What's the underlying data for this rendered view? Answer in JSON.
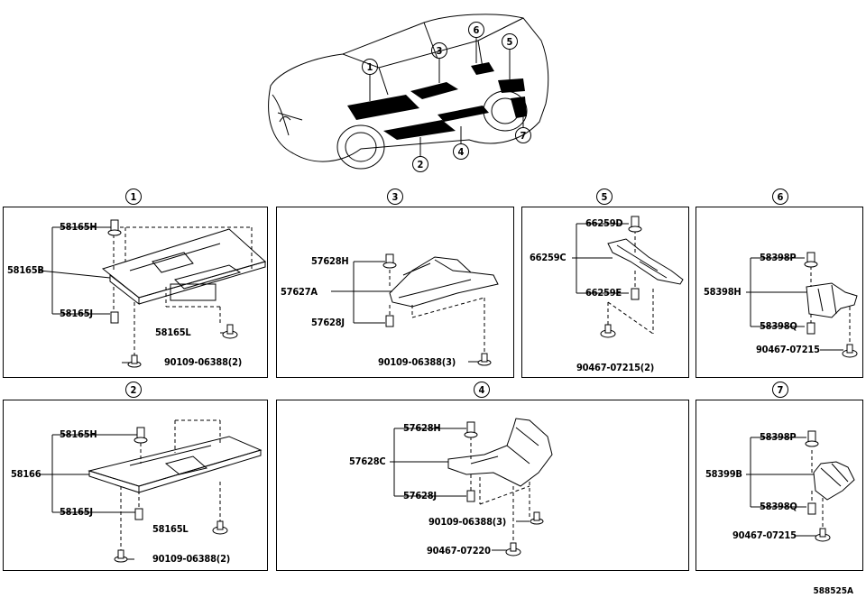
{
  "car": {
    "callouts": [
      "1",
      "2",
      "3",
      "4",
      "5",
      "6",
      "7"
    ]
  },
  "panels": {
    "p1": {
      "num": "1",
      "l1": "58165H",
      "l2": "58165B",
      "l3": "58165J",
      "l4": "58165L",
      "l5": "90109-06388(2)"
    },
    "p3": {
      "num": "3",
      "l1": "57628H",
      "l2": "57627A",
      "l3": "57628J",
      "l4": "90109-06388(3)"
    },
    "p5": {
      "num": "5",
      "l1": "66259D",
      "l2": "66259C",
      "l3": "66259E",
      "l4": "90467-07215(2)"
    },
    "p6": {
      "num": "6",
      "l1": "58398P",
      "l2": "58398H",
      "l3": "58398Q",
      "l4": "90467-07215"
    },
    "p2": {
      "num": "2",
      "l1": "58165H",
      "l2": "58166",
      "l3": "58165J",
      "l4": "58165L",
      "l5": "90109-06388(2)"
    },
    "p4": {
      "num": "4",
      "l1": "57628H",
      "l2": "57628C",
      "l3": "57628J",
      "l4": "90109-06388(3)",
      "l5": "90467-07220"
    },
    "p7": {
      "num": "7",
      "l1": "58398P",
      "l2": "58399B",
      "l3": "58398Q",
      "l4": "90467-07215"
    }
  },
  "diagram_code": "588525A"
}
